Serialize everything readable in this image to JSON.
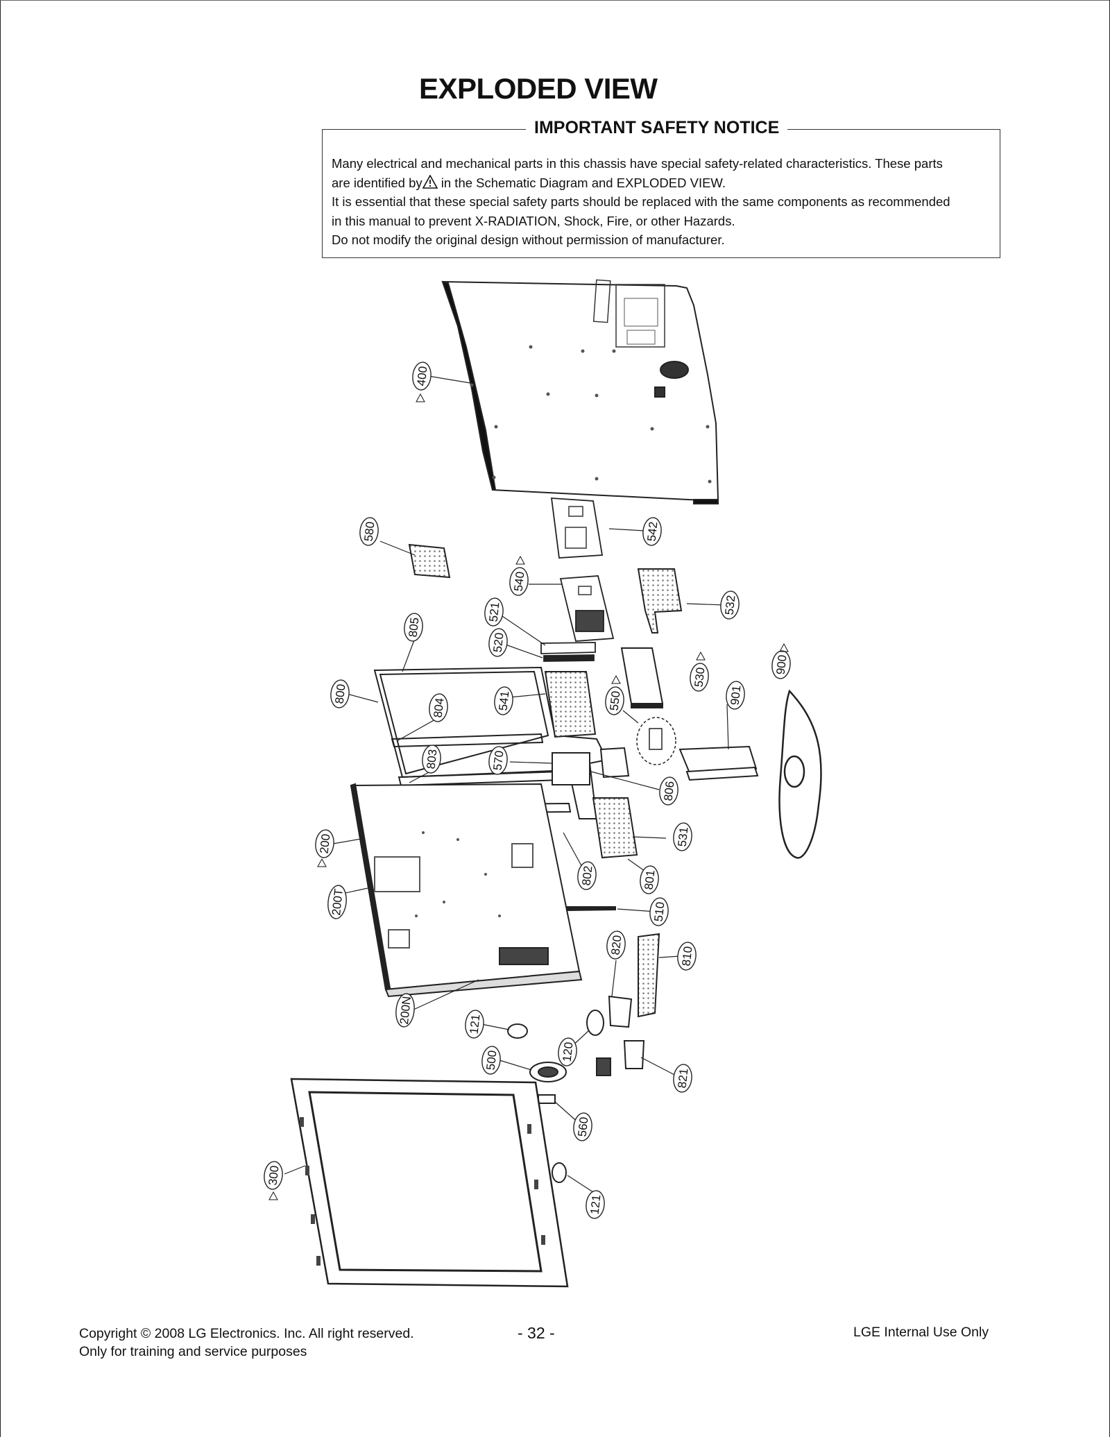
{
  "title": "EXPLODED VIEW",
  "notice": {
    "heading": "IMPORTANT SAFETY NOTICE",
    "line1": "Many electrical and mechanical parts in this chassis have special safety-related characteristics. These parts",
    "line2_before": "are identified by",
    "line2_after": " in the Schematic Diagram and EXPLODED VIEW.",
    "line3": "It is essential that these special safety parts should be replaced with the same components as recommended",
    "line4": "in this manual to prevent X-RADIATION, Shock, Fire, or other Hazards.",
    "line5": "Do not modify the original design without permission of manufacturer."
  },
  "parts": {
    "p400": "400",
    "p580": "580",
    "p542": "542",
    "p540": "540",
    "p532": "532",
    "p521": "521",
    "p520": "520",
    "p805": "805",
    "p800": "800",
    "p804": "804",
    "p541": "541",
    "p550": "550",
    "p530": "530",
    "p900": "900",
    "p901": "901",
    "p803": "803",
    "p570": "570",
    "p806": "806",
    "p200": "200",
    "p531": "531",
    "p200T": "200T",
    "p802": "802",
    "p801": "801",
    "p510": "510",
    "p820": "820",
    "p810": "810",
    "p200N": "200N",
    "p121a": "121",
    "p120": "120",
    "p500": "500",
    "p821": "821",
    "p560": "560",
    "p300": "300",
    "p121b": "121"
  },
  "footer": {
    "copyright_prefix": "Copyright ©",
    "year": "2008",
    "copyright_suffix": "LG Electronics. Inc. All right reserved.",
    "purpose": "Only for training and service purposes",
    "page_number": "- 32 -",
    "internal": "LGE Internal Use Only"
  }
}
